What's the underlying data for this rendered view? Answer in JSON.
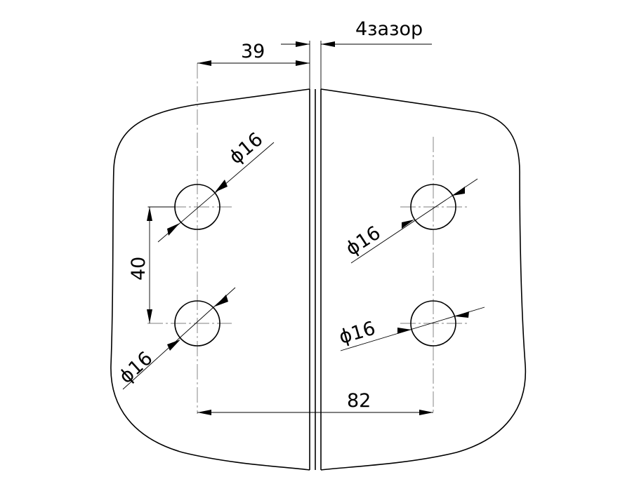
{
  "dimensions": {
    "offset": "39",
    "gap": "4зазор",
    "vertical_spacing": "40",
    "horizontal_spacing": "82",
    "hole_diameter": [
      "ϕ16",
      "ϕ16",
      "ϕ16",
      "ϕ16"
    ]
  }
}
